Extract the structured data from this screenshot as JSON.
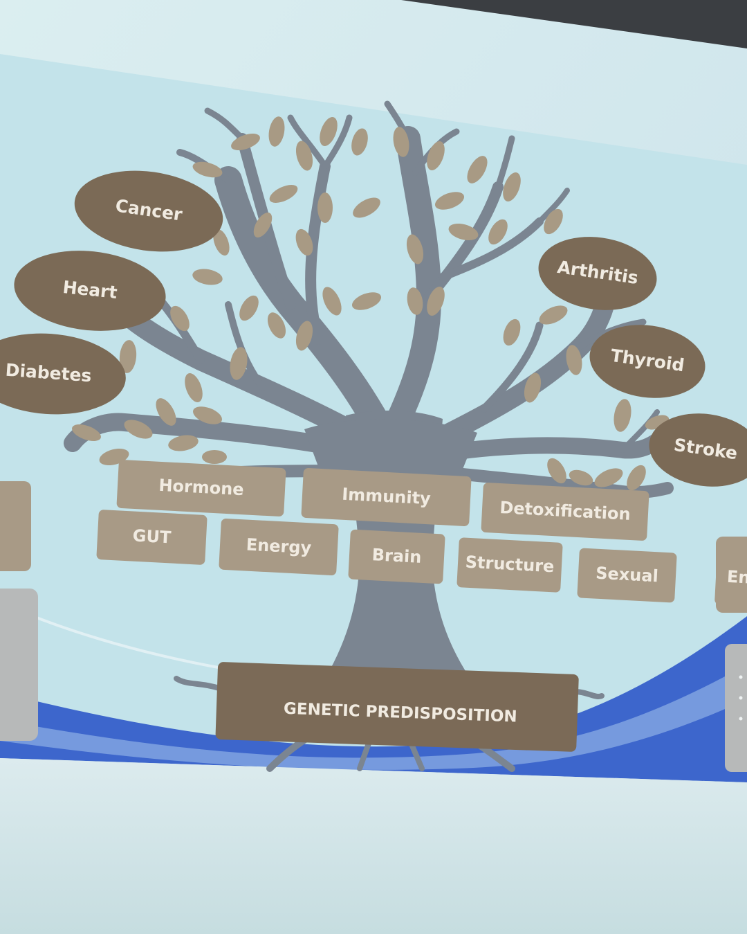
{
  "colors": {
    "screen": "#d9ebee",
    "tree": "#7b8591",
    "leaf": "#a89a84",
    "oval": "#7b6a56",
    "box": "#a89a86",
    "root_box": "#7b6a57",
    "label": "#f1ebe1",
    "wave_blue": "#3a63c9"
  },
  "diseases": [
    {
      "id": "cancer",
      "label": "Cancer"
    },
    {
      "id": "heart",
      "label": "Heart"
    },
    {
      "id": "diabetes",
      "label": "Diabetes"
    },
    {
      "id": "arthritis",
      "label": "Arthritis"
    },
    {
      "id": "thyroid",
      "label": "Thyroid"
    },
    {
      "id": "stroke",
      "label": "Stroke"
    }
  ],
  "systems": [
    {
      "id": "hormone",
      "label": "Hormone"
    },
    {
      "id": "immunity",
      "label": "Immunity"
    },
    {
      "id": "detoxification",
      "label": "Detoxification"
    },
    {
      "id": "gut",
      "label": "GUT"
    },
    {
      "id": "energy",
      "label": "Energy"
    },
    {
      "id": "brain",
      "label": "Brain"
    },
    {
      "id": "structure",
      "label": "Structure"
    },
    {
      "id": "sexual",
      "label": "Sexual"
    },
    {
      "id": "environment",
      "label": "En"
    }
  ],
  "root": {
    "label": "GENETIC PREDISPOSITION"
  }
}
